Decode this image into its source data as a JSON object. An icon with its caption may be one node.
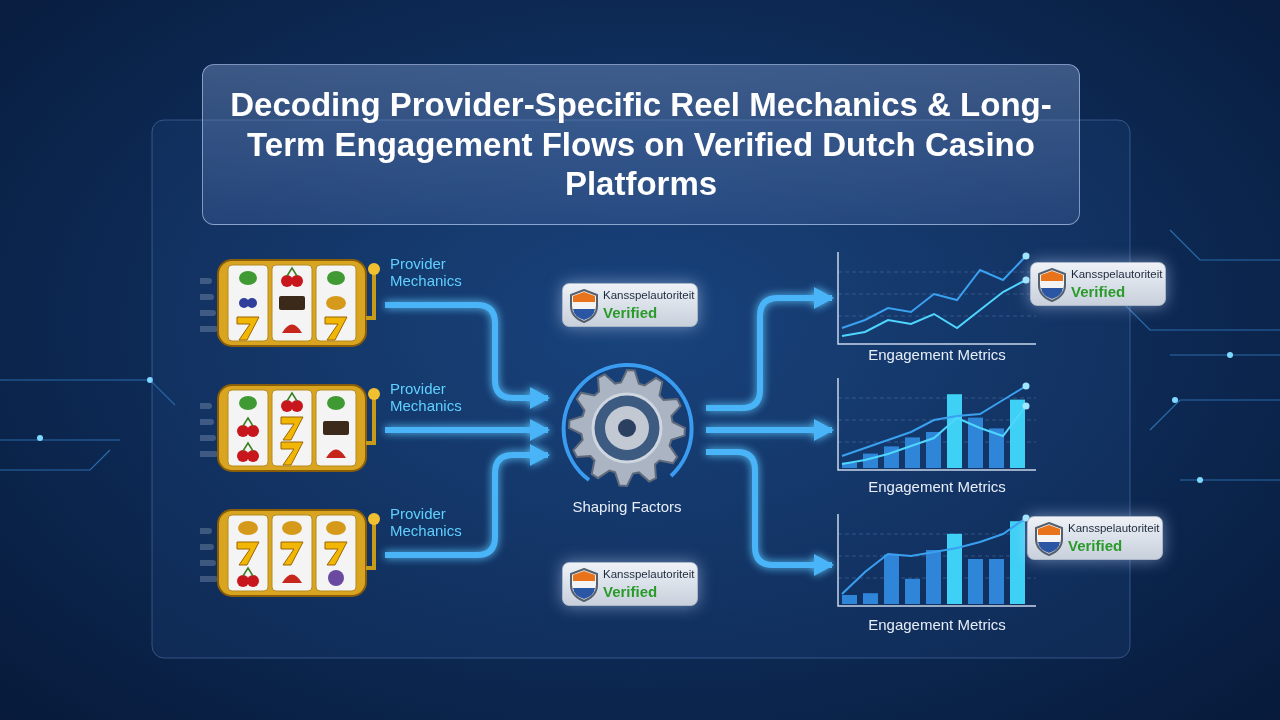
{
  "diagram": {
    "title": "Decoding Provider-Specific Reel Mechanics & Long-Term Engagement Flows on Verified Dutch Casino Platforms",
    "nodes": [
      {
        "text": [],
        "shape": "picture",
        "beside": [
          "Provider Mechanics"
        ]
      },
      {
        "text": [],
        "shape": "picture",
        "beside": [
          "Provider Mechanics"
        ]
      },
      {
        "text": [],
        "shape": "picture",
        "beside": [
          "Provider Mechanics"
        ]
      },
      {
        "text": [
          "Kansspelautoriteit",
          "Verified"
        ]
      },
      {
        "text": [
          "Shaping Factors"
        ]
      },
      {
        "text": [
          "Kansspelautoriteit",
          "Verified"
        ]
      },
      {
        "text": [
          "Engagement Metrics"
        ]
      },
      {
        "text": [
          "Kansspelautoriteit",
          "Verified"
        ]
      },
      {
        "text": [
          "Engagement Metrics"
        ]
      },
      {
        "text": [
          "Engagement Metrics"
        ]
      },
      {
        "text": [
          "Kansspelautoriteit",
          "Verified"
        ]
      }
    ],
    "edges": [
      {
        "from": 0,
        "to": 4,
        "arrow": "to"
      },
      {
        "from": 1,
        "to": 4,
        "arrow": "to"
      },
      {
        "from": 2,
        "to": 4,
        "arrow": "to"
      },
      {
        "from": 4,
        "to": 6,
        "arrow": "to"
      },
      {
        "from": 4,
        "to": 8,
        "arrow": "to"
      },
      {
        "from": 4,
        "to": 9,
        "arrow": "to"
      }
    ]
  }
}
